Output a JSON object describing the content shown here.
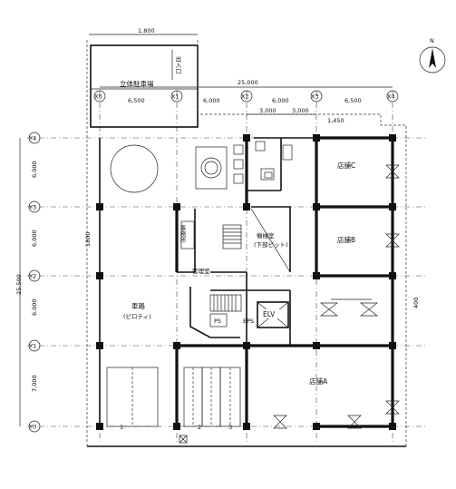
{
  "north": "N",
  "grid_labels": {
    "x": [
      "X0",
      "X1",
      "X2",
      "X3",
      "X4"
    ],
    "y": [
      "Y4",
      "Y3",
      "Y2",
      "Y1",
      "Y0"
    ]
  },
  "dimensions": {
    "top_small": "1.800",
    "total_x": "25,000",
    "spans": [
      "6,500",
      "6,000",
      "6,000",
      "6,500"
    ],
    "sub_left": "3,000",
    "sub_right": "3,000",
    "sub_offset": "1,450",
    "total_y": "25,500",
    "y_spans": [
      "6,000",
      "6,000",
      "6,000",
      "7,000"
    ],
    "left_edge": "1800",
    "right_edge": "400"
  },
  "rooms": {
    "parking_tower": "立体駐車場",
    "entrance": "出入口",
    "shop_c": "店舗C",
    "shop_b": "店舗B",
    "shop_a": "店舗A",
    "machine_room": "機械室",
    "machine_pit": "(下部ピット)",
    "management": "管理室",
    "car_lane": "車路",
    "piloti": "(ピロティ)",
    "elv": "ELV",
    "eps": "EPS",
    "ps": "PS",
    "office_small": "事務所"
  },
  "parking_numbers": [
    "1",
    "2",
    "3"
  ]
}
